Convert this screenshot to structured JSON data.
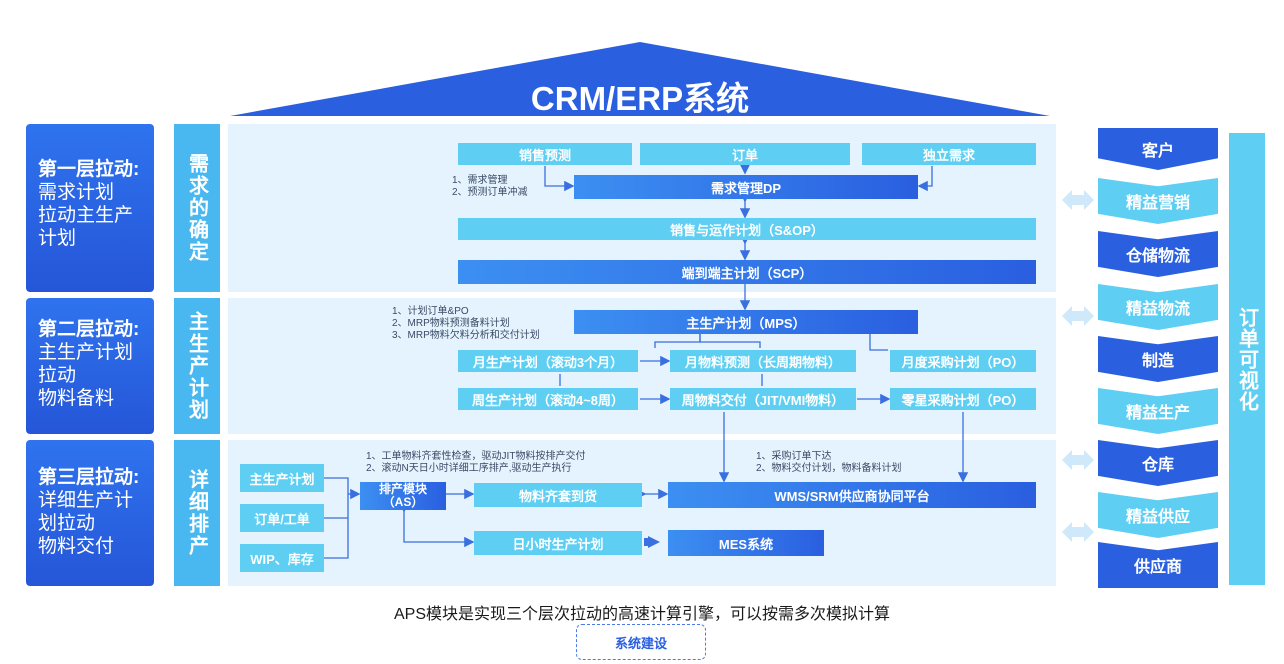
{
  "header": {
    "title": "CRM/ERP系统"
  },
  "tiers": [
    {
      "title": "第一层拉动:",
      "body": "需求计划\n拉动主生产\n计划",
      "label": "需求的确定"
    },
    {
      "title": "第二层拉动:",
      "body": "主生产计划\n拉动\n物料备料",
      "label": "主生产计划"
    },
    {
      "title": "第三层拉动:",
      "body": "详细生产计\n划拉动\n物料交付",
      "label": "详细排产"
    }
  ],
  "tier1": {
    "sales_forecast": "销售预测",
    "order": "订单",
    "independent_demand": "独立需求",
    "dp": "需求管理DP",
    "sop": "销售与运作计划（S&OP）",
    "scp": "端到端主计划（SCP）",
    "notes": "1、需求管理\n2、预测订单冲减"
  },
  "tier2": {
    "mps": "主生产计划（MPS）",
    "notes": "1、计划订单&PO\n2、MRP物料预测备料计划\n3、MRP物料欠料分析和交付计划",
    "monthly_plan": "月生产计划（滚动3个月）",
    "monthly_material": "月物料预测（长周期物料）",
    "monthly_purchase": "月度采购计划（PO）",
    "weekly_plan": "周生产计划（滚动4~8周）",
    "weekly_material": "周物料交付（JIT/VMI物料）",
    "spot_purchase": "零星采购计划（PO）"
  },
  "tier3": {
    "left_items": [
      "主生产计划",
      "订单/工单",
      "WIP、库存"
    ],
    "as_module_line1": "排产模块",
    "as_module_line2": "（AS）",
    "material_kitting": "物料齐套到货",
    "wms_srm": "WMS/SRM供应商协同平台",
    "daily_plan": "日小时生产计划",
    "mes": "MES系统",
    "notes_left": "1、工单物料齐套性检查，驱动JIT物料按排产交付\n2、滚动N天日小时详细工序排产,驱动生产执行",
    "notes_right": "1、采购订单下达\n2、物料交付计划，物料备料计划"
  },
  "chain": [
    "客户",
    "精益营销",
    "仓储物流",
    "精益物流",
    "制造",
    "精益生产",
    "仓库",
    "精益供应",
    "供应商"
  ],
  "visibility": "订单可视化",
  "footer": {
    "caption": "APS模块是实现三个层次拉动的高速计算引擎，可以按需多次模拟计算",
    "button": "系统建设"
  },
  "colors": {
    "dark_blue": "#2a5fe0",
    "light_blue": "#5ecff3",
    "lane": "#e4f3fd"
  }
}
